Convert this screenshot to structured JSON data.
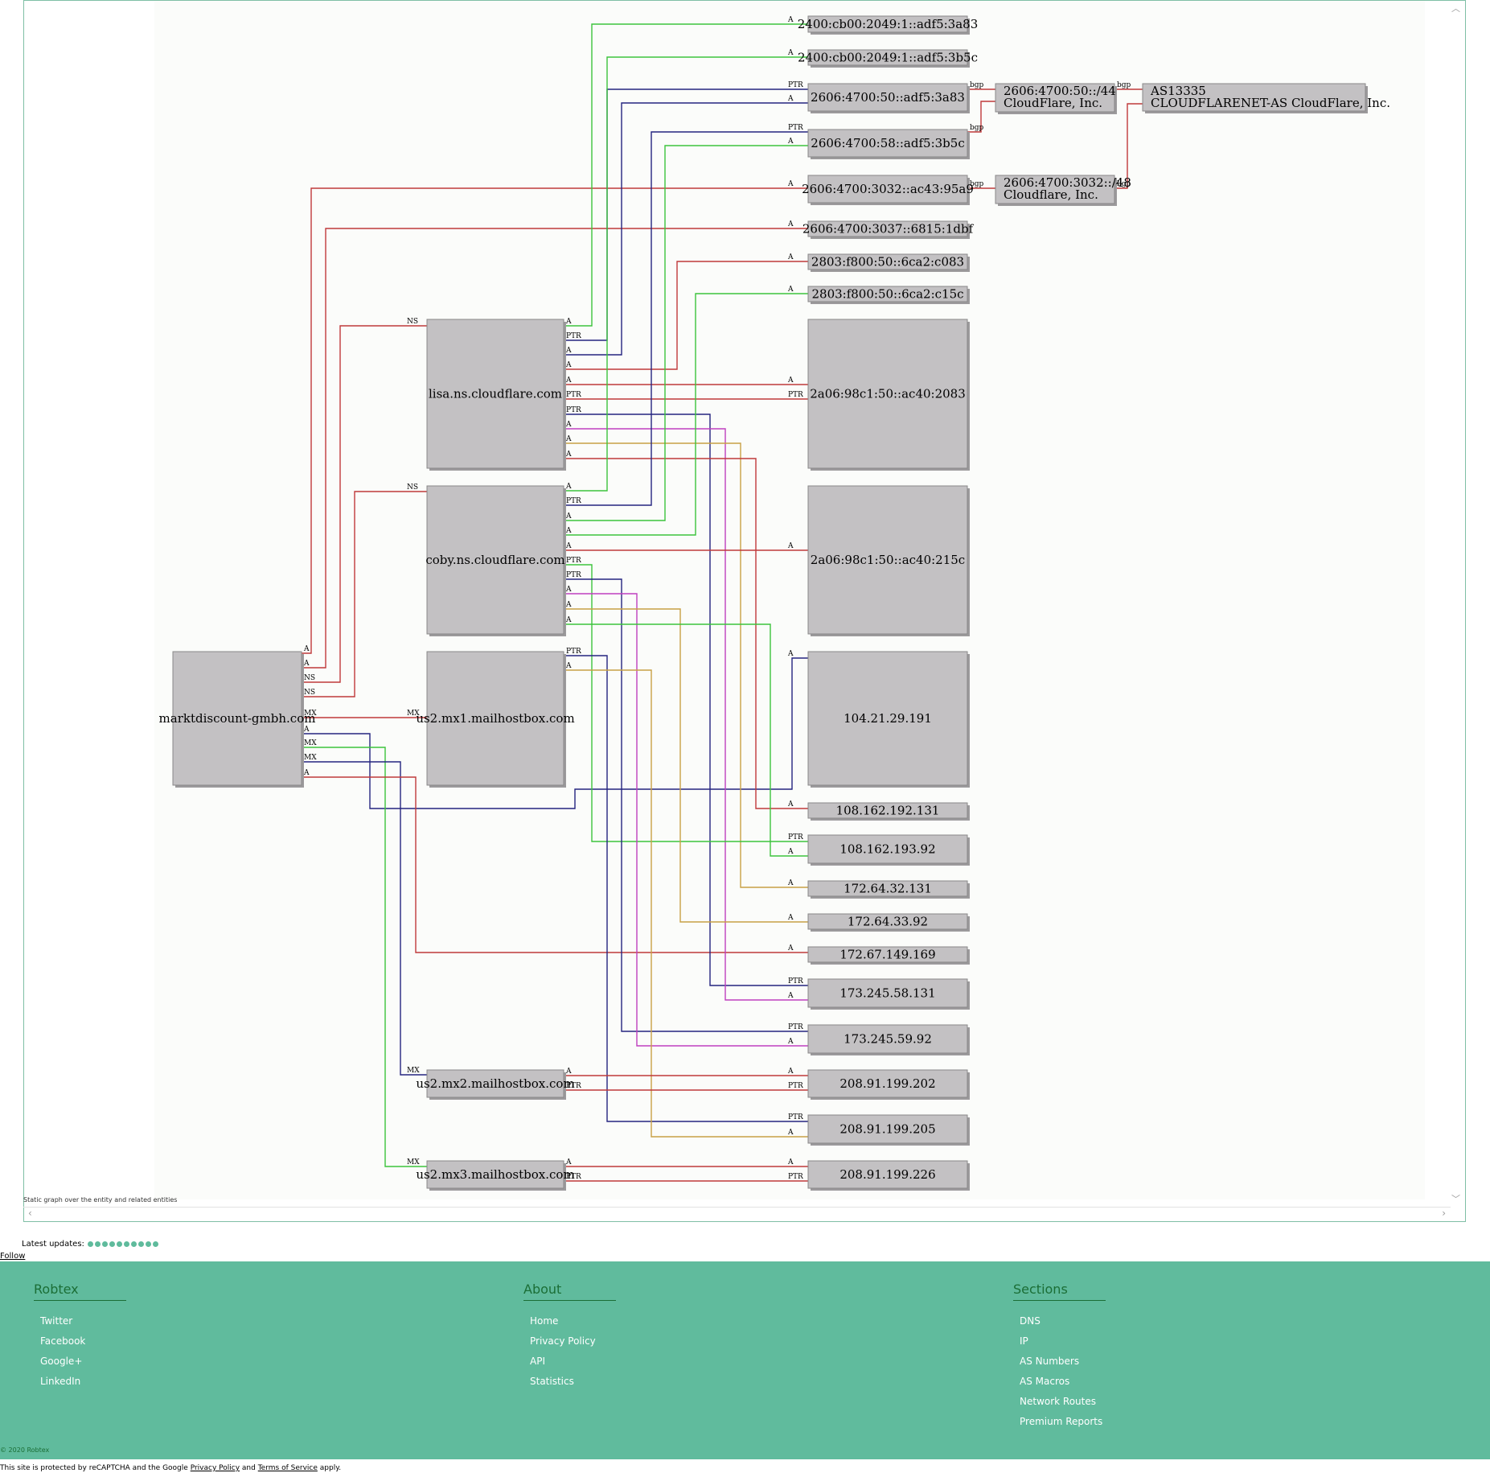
{
  "colors": {
    "red": "#c0393b",
    "green": "#3cc33c",
    "blue": "#242480",
    "magenta": "#bf3fbf",
    "gold": "#c8a045",
    "footer_bg": "#60bb9d"
  },
  "graph": {
    "caption": "Static graph over the entity and related entities",
    "nodes": [
      {
        "id": "marktdiscount",
        "label": "marktdiscount-gmbh.com"
      },
      {
        "id": "lisa",
        "label": "lisa.ns.cloudflare.com"
      },
      {
        "id": "coby",
        "label": "coby.ns.cloudflare.com"
      },
      {
        "id": "mx1",
        "label": "us2.mx1.mailhostbox.com"
      },
      {
        "id": "mx2",
        "label": "us2.mx2.mailhostbox.com"
      },
      {
        "id": "mx3",
        "label": "us2.mx3.mailhostbox.com"
      },
      {
        "id": "ip6_1",
        "label": "2400:cb00:2049:1::adf5:3a83"
      },
      {
        "id": "ip6_2",
        "label": "2400:cb00:2049:1::adf5:3b5c"
      },
      {
        "id": "ip6_3",
        "label": "2606:4700:50::adf5:3a83"
      },
      {
        "id": "ip6_4",
        "label": "2606:4700:58::adf5:3b5c"
      },
      {
        "id": "ip6_5",
        "label": "2606:4700:3032::ac43:95a9"
      },
      {
        "id": "ip6_6",
        "label": "2606:4700:3037::6815:1dbf"
      },
      {
        "id": "ip6_7",
        "label": "2803:f800:50::6ca2:c083"
      },
      {
        "id": "ip6_8",
        "label": "2803:f800:50::6ca2:c15c"
      },
      {
        "id": "ip6_9",
        "label": "2a06:98c1:50::ac40:2083"
      },
      {
        "id": "ip6_10",
        "label": "2a06:98c1:50::ac40:215c"
      },
      {
        "id": "ip4_1",
        "label": "104.21.29.191"
      },
      {
        "id": "ip4_2",
        "label": "108.162.192.131"
      },
      {
        "id": "ip4_3",
        "label": "108.162.193.92"
      },
      {
        "id": "ip4_4",
        "label": "172.64.32.131"
      },
      {
        "id": "ip4_5",
        "label": "172.64.33.92"
      },
      {
        "id": "ip4_6",
        "label": "172.67.149.169"
      },
      {
        "id": "ip4_7",
        "label": "173.245.58.131"
      },
      {
        "id": "ip4_8",
        "label": "173.245.59.92"
      },
      {
        "id": "ip4_9",
        "label": "208.91.199.202"
      },
      {
        "id": "ip4_10",
        "label": "208.91.199.205"
      },
      {
        "id": "ip4_11",
        "label": "208.91.199.226"
      },
      {
        "id": "route1",
        "label1": "2606:4700:50::/44",
        "label2": "CloudFlare, Inc."
      },
      {
        "id": "route2",
        "label1": "2606:4700:3032::/48",
        "label2": "Cloudflare, Inc."
      },
      {
        "id": "as",
        "label1": "AS13335",
        "label2": "CLOUDFLARENET-AS CloudFlare, Inc."
      }
    ],
    "edge_labels": {
      "a": "A",
      "ptr": "PTR",
      "ns": "NS",
      "mx": "MX",
      "bgp": "bgp"
    }
  },
  "latest_updates_label": "Latest updates:",
  "follow_label": "Follow",
  "footer": {
    "columns": [
      {
        "title": "Robtex",
        "links": [
          "Twitter",
          "Facebook",
          "Google+",
          "LinkedIn"
        ]
      },
      {
        "title": "About",
        "links": [
          "Home",
          "Privacy Policy",
          "API",
          "Statistics"
        ]
      },
      {
        "title": "Sections",
        "links": [
          "DNS",
          "IP",
          "AS Numbers",
          "AS Macros",
          "Network Routes",
          "Premium Reports"
        ]
      }
    ],
    "copyright": "© 2020 Robtex",
    "recaptcha": {
      "prefix": "This site is protected by reCAPTCHA and the Google",
      "privacy": "Privacy Policy",
      "and": "and",
      "terms": "Terms of Service",
      "suffix": "apply."
    }
  }
}
